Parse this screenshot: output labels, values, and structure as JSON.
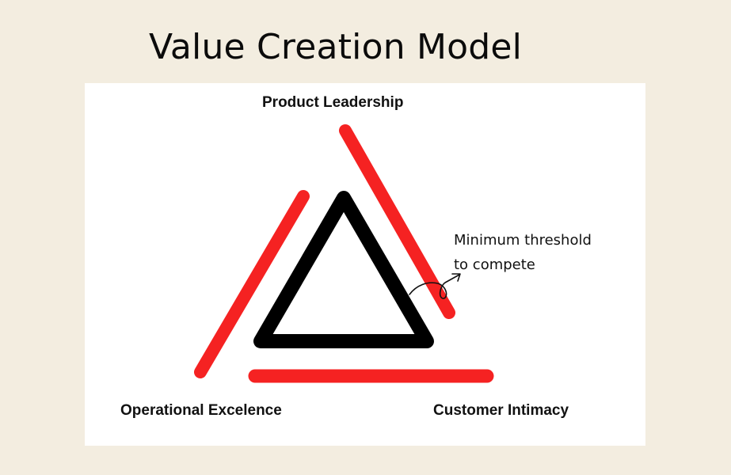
{
  "title": "Value Creation Model",
  "labels": {
    "top": "Product Leadership",
    "bottom_left": "Operational Excelence",
    "bottom_right": "Customer Intimacy"
  },
  "annotation": {
    "line1": "Minimum threshold",
    "line2": "to compete",
    "icon": "curly-arrow-icon"
  },
  "colors": {
    "background": "#f3ede0",
    "panel": "#ffffff",
    "triangle": "#000000",
    "red_bars": "#f52222",
    "text": "#111111"
  },
  "shapes": {
    "inner_triangle": "black-outlined-triangle",
    "red_bars": [
      "left-red-bar",
      "right-red-bar",
      "bottom-red-bar"
    ]
  }
}
